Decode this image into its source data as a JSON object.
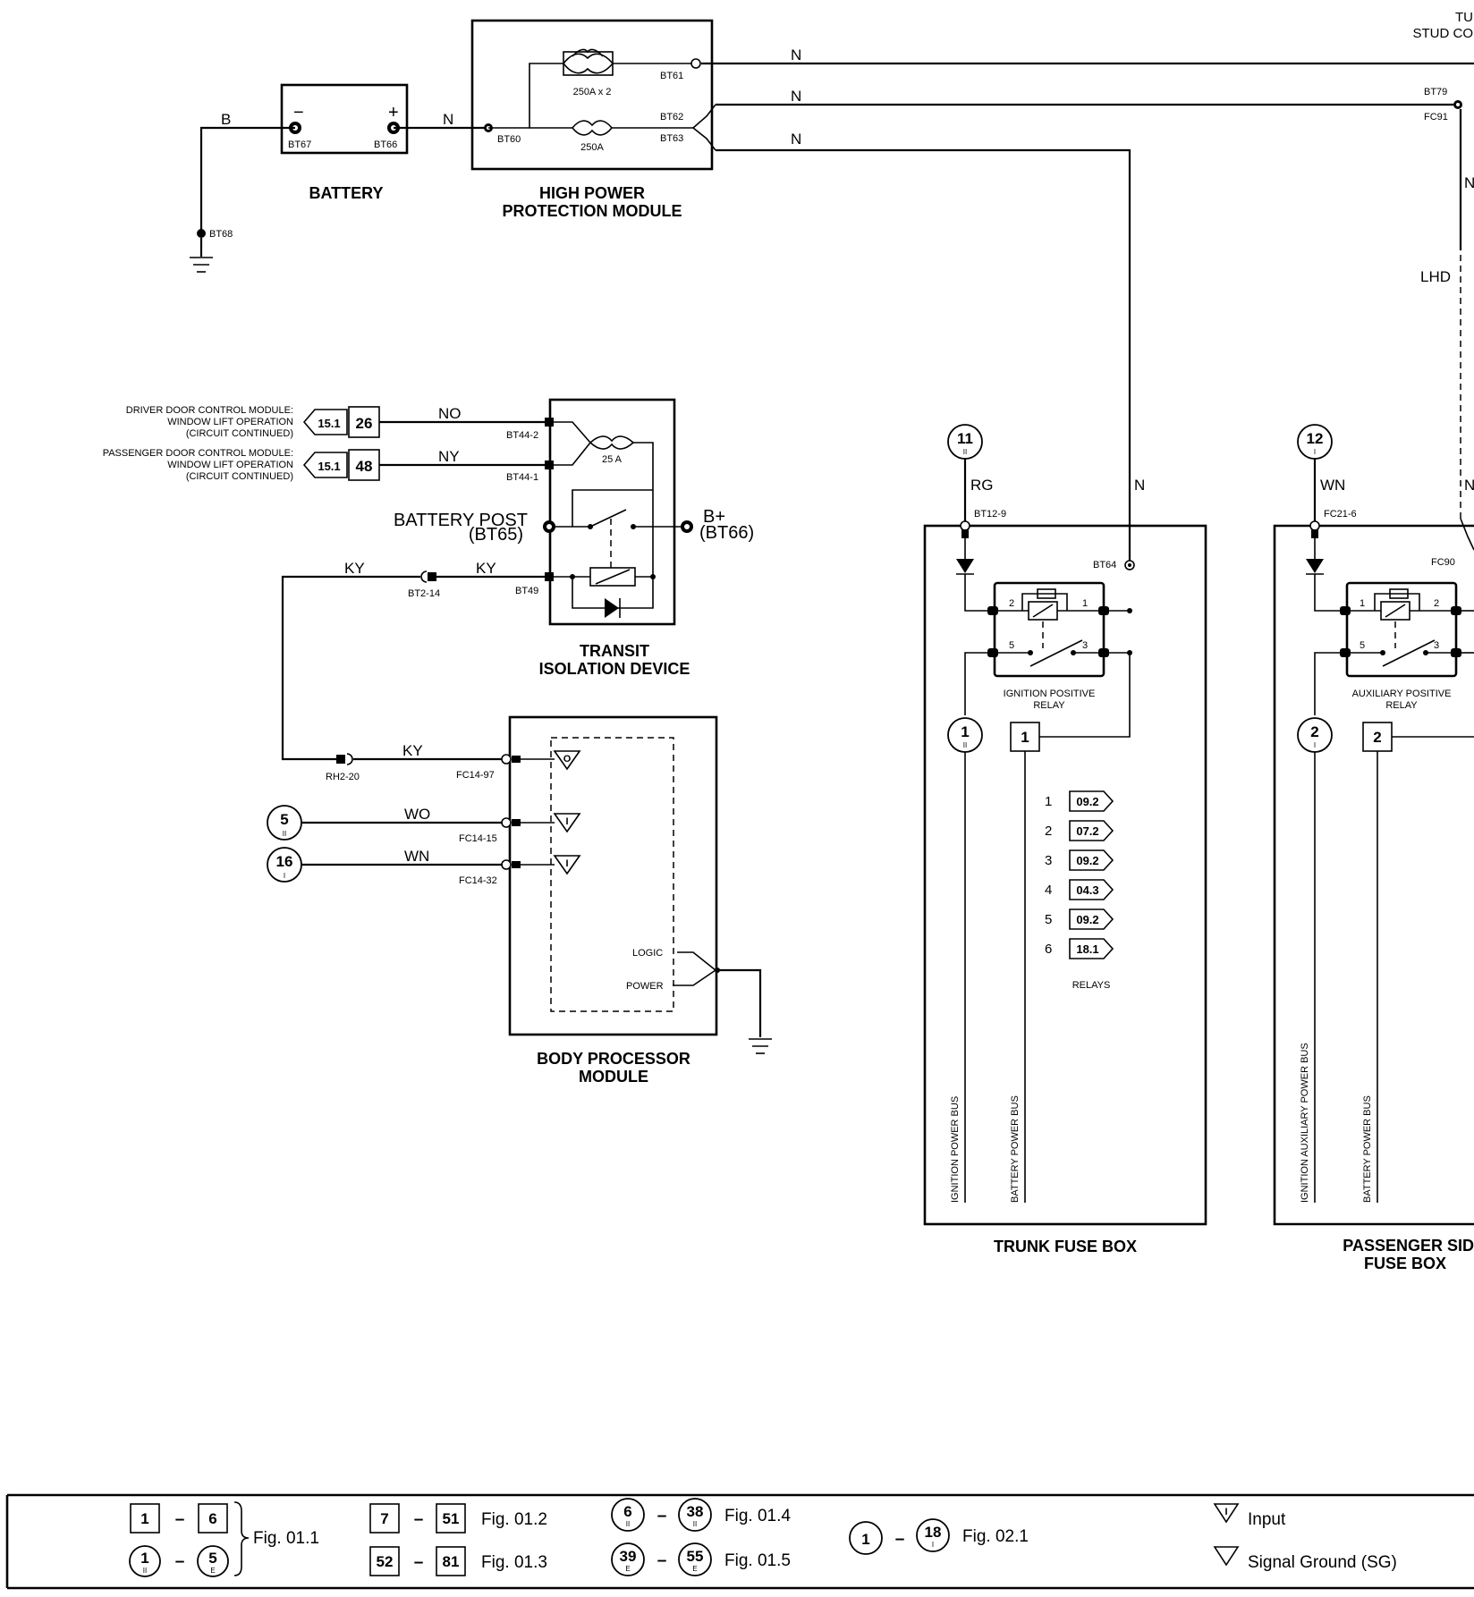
{
  "header": {
    "line1": "TU",
    "line2": "STUD CO"
  },
  "battery": {
    "title": "BATTERY",
    "neg_sign": "−",
    "pos_sign": "+",
    "neg_terminal": "BT67",
    "pos_terminal": "BT66",
    "ground": "BT68"
  },
  "hppm": {
    "title1": "HIGH POWER",
    "title2": "PROTECTION MODULE",
    "fuse_double": "250A x 2",
    "fuse_single": "250A",
    "in_terminal": "BT60",
    "out1": "BT61",
    "out2": "BT62",
    "out3": "BT63"
  },
  "wires": {
    "b": "B",
    "n": "N",
    "no": "NO",
    "ny": "NY",
    "ky": "KY",
    "wo": "WO",
    "wn": "WN",
    "rg": "RG"
  },
  "right_edge": {
    "t1": "BT79",
    "t2": "FC91",
    "lhd": "LHD",
    "fc90": "FC90"
  },
  "tid": {
    "title1": "TRANSIT",
    "title2": "ISOLATION DEVICE",
    "fuse": "25 A",
    "t1": "BT44-2",
    "t2": "BT44-1",
    "t3": "BT49",
    "post1": "BATTERY POST",
    "post2": "(BT65)",
    "bplus1": "B+",
    "bplus2": "(BT66)",
    "connector": "BT2-14"
  },
  "door_refs": [
    {
      "l1": "DRIVER DOOR CONTROL MODULE:",
      "l2": "WINDOW LIFT OPERATION",
      "l3": "(CIRCUIT CONTINUED)",
      "fig": "15.1",
      "num": "26"
    },
    {
      "l1": "PASSENGER DOOR CONTROL MODULE:",
      "l2": "WINDOW LIFT OPERATION",
      "l3": "(CIRCUIT CONTINUED)",
      "fig": "15.1",
      "num": "48"
    }
  ],
  "bpm": {
    "title1": "BODY PROCESSOR",
    "title2": "MODULE",
    "c1": "FC14-97",
    "c2": "FC14-15",
    "c3": "FC14-32",
    "connector": "RH2-20",
    "o": "O",
    "i": "I",
    "logic": "LOGIC",
    "power": "POWER",
    "ref5": {
      "n": "5",
      "s": "II"
    },
    "ref16": {
      "n": "16",
      "s": "I"
    }
  },
  "trunk": {
    "title": "TRUNK FUSE BOX",
    "ref11": {
      "n": "11",
      "s": "II"
    },
    "ref1c": {
      "n": "1",
      "s": "II"
    },
    "ref1s": "1",
    "t1": "BT12-9",
    "t2": "BT64",
    "relay1": "IGNITION POSITIVE",
    "relay2": "RELAY",
    "pins": {
      "p1": "1",
      "p2": "2",
      "p3": "3",
      "p5": "5"
    },
    "bus1": "IGNITION POWER BUS",
    "bus2": "BATTERY POWER BUS",
    "relays_label": "RELAYS",
    "relays": [
      {
        "n": "1",
        "ref": "09.2"
      },
      {
        "n": "2",
        "ref": "07.2"
      },
      {
        "n": "3",
        "ref": "09.2"
      },
      {
        "n": "4",
        "ref": "04.3"
      },
      {
        "n": "5",
        "ref": "09.2"
      },
      {
        "n": "6",
        "ref": "18.1"
      }
    ]
  },
  "pass": {
    "title1": "PASSENGER SID",
    "title2": "FUSE BOX",
    "ref12": {
      "n": "12",
      "s": "I"
    },
    "ref2c": {
      "n": "2",
      "s": "I"
    },
    "ref2s": "2",
    "t1": "FC21-6",
    "relay1": "AUXILIARY POSITIVE",
    "relay2": "RELAY",
    "pins": {
      "p1": "1",
      "p2": "2",
      "p3": "3",
      "p5": "5"
    },
    "bus1": "IGNITION AUXILIARY POWER BUS",
    "bus2": "BATTERY POWER BUS"
  },
  "legend": {
    "g1": {
      "a": "1",
      "b": "6",
      "c": "1",
      "cs": "II",
      "d": "5",
      "ds": "E",
      "fig": "Fig. 01.1"
    },
    "g2": {
      "a": "7",
      "b": "51",
      "fig": "Fig. 01.2"
    },
    "g3": {
      "a": "52",
      "b": "81",
      "fig": "Fig. 01.3"
    },
    "g4": {
      "a": "6",
      "as": "II",
      "b": "38",
      "bs": "II",
      "fig": "Fig. 01.4"
    },
    "g5": {
      "a": "39",
      "as": "E",
      "b": "55",
      "bs": "E",
      "fig": "Fig. 01.5"
    },
    "g6": {
      "a": "1",
      "b": "18",
      "bs": "I",
      "fig": "Fig. 02.1"
    },
    "dash": "–",
    "sym_i": "I",
    "input": "Input",
    "sg": "Signal Ground (SG)"
  }
}
